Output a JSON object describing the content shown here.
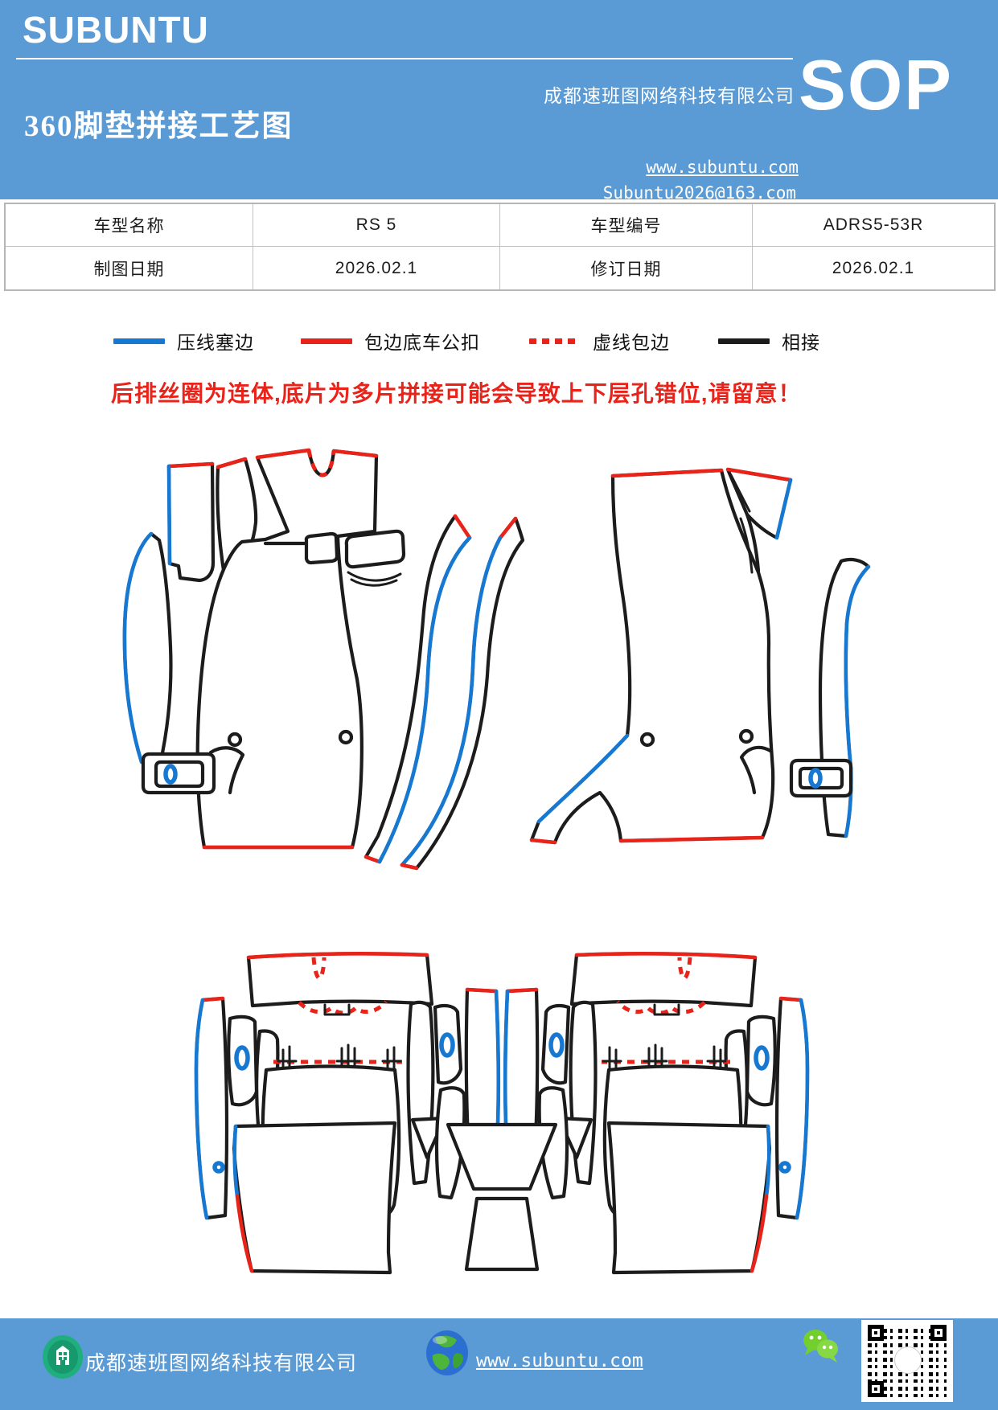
{
  "header": {
    "brand": "SUBUNTU",
    "title": "360脚垫拼接工艺图",
    "company": "成都速班图网络科技有限公司",
    "badge": "SOP",
    "website": "www.subuntu.com",
    "email": "Subuntu2026@163.com",
    "accent_color": "#5b9bd5"
  },
  "info_table": {
    "rows": [
      [
        "车型名称",
        "RS 5",
        "车型编号",
        "ADRS5-53R"
      ],
      [
        "制图日期",
        "2026.02.1",
        "修订日期",
        "2026.02.1"
      ]
    ]
  },
  "legend": {
    "items": [
      {
        "label": "压线塞边",
        "color": "#1778d2",
        "style": "solid"
      },
      {
        "label": "包边底车公扣",
        "color": "#e8231a",
        "style": "solid"
      },
      {
        "label": "虚线包边",
        "color": "#e8231a",
        "style": "dashed"
      },
      {
        "label": "相接",
        "color": "#1c1c1c",
        "style": "solid"
      }
    ]
  },
  "warning": {
    "text": "后排丝圈为连体,底片为多片拼接可能会导致上下层孔错位,请留意！",
    "color": "#e8231a"
  },
  "diagram": {
    "sections": [
      "front-floor-mats",
      "rear-floor-mats"
    ],
    "stroke_colors": {
      "outline": "#1c1c1c",
      "press_line_edge": "#1778d2",
      "bind_edge": "#e8231a"
    }
  },
  "footer": {
    "company": "成都速班图网络科技有限公司",
    "website": "www.subuntu.com",
    "icons": [
      "building-icon",
      "globe-icon",
      "wechat-icon",
      "qr-code"
    ]
  }
}
